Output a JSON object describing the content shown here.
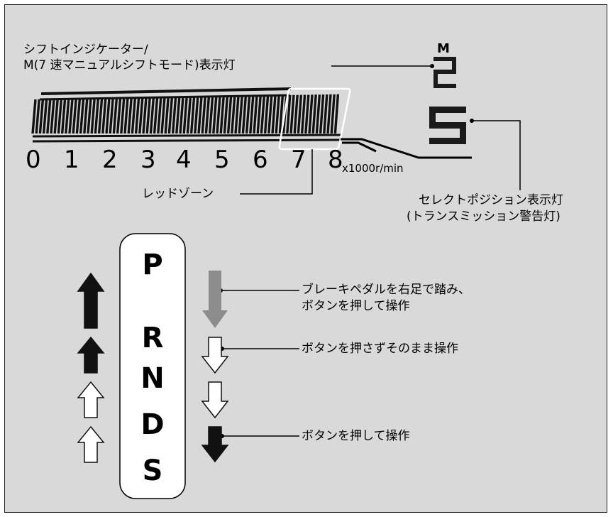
{
  "labels": {
    "indicator_line1": "シフトインジケーター/",
    "indicator_line2": "M(7 速マニュアルシフトモード)表示灯",
    "redzone": "レッドゾーン",
    "select_line1": "セレクトポジション表示灯",
    "select_line2": "(トランスミッション警告灯)",
    "brake_line1": "ブレーキペダルを右足で踏み、",
    "brake_line2": "ボタンを押して操作",
    "no_button": "ボタンを押さずそのまま操作",
    "press_button": "ボタンを押して操作"
  },
  "display": {
    "mode_letter": "M",
    "gear_digit": "2",
    "select_letter": "S"
  },
  "tach": {
    "numbers": [
      "0",
      "1",
      "2",
      "3",
      "4",
      "5",
      "6",
      "7",
      "8"
    ],
    "unit": "x1000r/min"
  },
  "shifter": {
    "positions": [
      "P",
      "R",
      "N",
      "D",
      "S"
    ]
  },
  "colors": {
    "panel": "#d9d9d9",
    "arrow_black": "#111111",
    "arrow_gray": "#8c8c8c",
    "arrow_white": "#ffffff"
  }
}
